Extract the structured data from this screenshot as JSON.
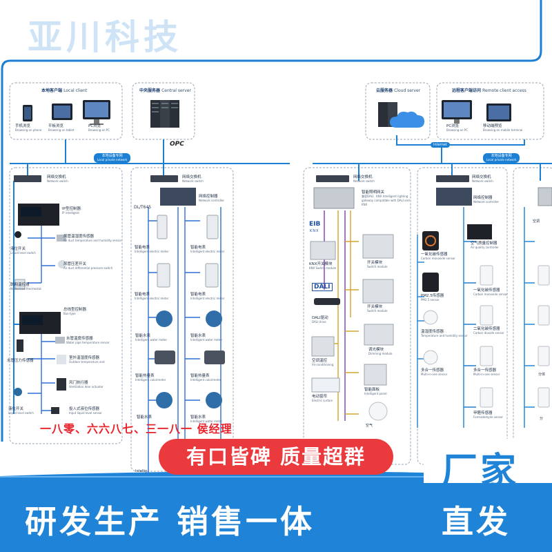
{
  "brand": {
    "title": "亚川科技"
  },
  "top": {
    "local_client": {
      "cn": "本地客户端",
      "en": "Local client"
    },
    "central_server": {
      "cn": "中央服务器",
      "en": "Central server"
    },
    "cloud_server": {
      "cn": "云服务器",
      "en": "Cloud server"
    },
    "remote_client": {
      "cn": "远程客户端访问",
      "en": "Remote client access"
    },
    "phone": {
      "cn": "手机浏览",
      "en": "Browsing on phone"
    },
    "tablet": {
      "cn": "平板浏览",
      "en": "Browsing on tablet"
    },
    "pc": {
      "cn": "PC浏览",
      "en": "Browsing on PC"
    },
    "remote_pc": {
      "cn": "PC浏览",
      "en": "Browsing on PC"
    },
    "mobile_terminal": {
      "cn": "移动端预览",
      "en": "Browsing on mobile terminal"
    },
    "opc": "OPC",
    "internet": "Internet",
    "private_net_left": {
      "cn": "本地设备专网",
      "en": "Local private network"
    },
    "private_net_right": {
      "cn": "本地设备专网",
      "en": "Local private network"
    }
  },
  "col1": {
    "switch": {
      "cn": "网络交换机",
      "en": "Network switch"
    },
    "ip_controller": {
      "cn": "IP型控制器",
      "en": "IP intelligent"
    },
    "level_switch": {
      "cn": "液位开关",
      "en": "Liquid level switch"
    },
    "duct_th": {
      "cn": "风管温湿度传感器",
      "en": "Air duct temperature and humidity sensor"
    },
    "diff_pressure": {
      "cn": "风管压差开关",
      "en": "Air duct differential pressure switch"
    },
    "thermostat": {
      "cn": "联网温控器",
      "en": "Networked thermostat"
    },
    "bus_controller": {
      "cn": "总线型控制器",
      "en": "Bus-type"
    },
    "water_pipe_temp": {
      "cn": "水管温度传感器",
      "en": "Water pipe temperature sensor"
    },
    "water_pressure": {
      "cn": "水管压力传感器",
      "en": ""
    },
    "outdoor_th": {
      "cn": "室外温湿度传感器",
      "en": "Outdoor temperature and"
    },
    "damper": {
      "cn": "风门执行器",
      "en": "Ventilation door actuator"
    },
    "level_switch2": {
      "cn": "液位开关",
      "en": "Liquid level switch"
    },
    "immersion": {
      "cn": "投入式液位传感器",
      "en": "Input liquid level sensor"
    }
  },
  "col2": {
    "switch": {
      "cn": "网络交换机",
      "en": "Network switch"
    },
    "controller": {
      "cn": "网络控制器",
      "en": "Network controller"
    },
    "dlt": "DL/T645",
    "meter_left": {
      "cn": "智能电表",
      "en": "Intelligent electric meter"
    },
    "meter_right": {
      "cn": "智能电表",
      "en": "Intelligent electric meter"
    },
    "meter2_left": {
      "cn": "智能电表",
      "en": "Intelligent electric meter"
    },
    "meter2_right": {
      "cn": "智能电表",
      "en": "Intelligent electric meter"
    },
    "water_left": {
      "cn": "智能水表",
      "en": "Intelligent water meter"
    },
    "water_right": {
      "cn": "智能水表",
      "en": "Intelligent water meter"
    },
    "heat_left": {
      "cn": "智能热量表",
      "en": "Intelligent calorimeter"
    },
    "heat_right": {
      "cn": "智能热量表",
      "en": "Intelligent calorimeter"
    },
    "water2_left": {
      "cn": "智能水表",
      "en": ""
    },
    "water2_right": {
      "cn": "智能水表",
      "en": "Intelligent water meter"
    },
    "cut_text": "Intellig"
  },
  "col3": {
    "switch": {
      "cn": "网络交换机",
      "en": "Network switch"
    },
    "gateway": {
      "cn": "智能照明网关",
      "en": "兼容DALI、KNX Intelligent lighting gateway compatible with DALI and KNX"
    },
    "knx_module": {
      "cn": "KNX开关模块",
      "en": "KNX Switch module"
    },
    "switch_module1": {
      "cn": "开关模块",
      "en": "Switch module"
    },
    "switch_module2": {
      "cn": "开关模块",
      "en": "Switch module"
    },
    "dali_drive": {
      "cn": "DALI驱动",
      "en": "DALI drive"
    },
    "dimming": {
      "cn": "调光模块",
      "en": "Dimming module"
    },
    "ac_control": {
      "cn": "空调温控",
      "en": "Air-conditioning"
    },
    "panel": {
      "cn": "智能面板",
      "en": "Intelligent panel"
    },
    "curtain": {
      "cn": "电动窗帘",
      "en": "Electric curtain"
    },
    "cut_text": "空气",
    "knx_logo": "EIB",
    "knx_sub": "KNX",
    "dali_logo": "DALI"
  },
  "col4": {
    "switch": {
      "cn": "网络交换机",
      "en": "Network switch"
    },
    "controller": {
      "cn": "网络控制器",
      "en": "Network controller"
    },
    "aq_controller": {
      "cn": "空气质量控制器",
      "en": "Air quality controller"
    },
    "co_sensor": {
      "cn": "一氧化碳传感器",
      "en": "Carbon monoxide sensor"
    },
    "co_sensor_r": {
      "cn": "一氧化碳传感器",
      "en": "Carbon monoxide sensor"
    },
    "pm25": {
      "cn": "PM2.5传感器",
      "en": "PM2.5 sensor"
    },
    "co2": {
      "cn": "二氧化碳传感器",
      "en": "Carbon dioxide sensor"
    },
    "th_sensor": {
      "cn": "温湿度传感器",
      "en": "Temperature and humidity sensor"
    },
    "multi_left": {
      "cn": "多合一传感器",
      "en": "Multi-in-one sensor"
    },
    "multi_right": {
      "cn": "多合一传感器",
      "en": "Multi-in-one sensor"
    },
    "formaldehyde": {
      "cn": "甲醛传感器",
      "en": "Formaldehyde sensor"
    },
    "cut1": "空调",
    "cut2": "分体",
    "cut3": "分"
  },
  "overlay": {
    "phone": "一八零、六六八七、三一八一 侯经理",
    "slogan": "有口皆碑 质量超群",
    "factory": "厂家",
    "bottom_left": "研发生产 销售一体",
    "bottom_right": "直发"
  }
}
